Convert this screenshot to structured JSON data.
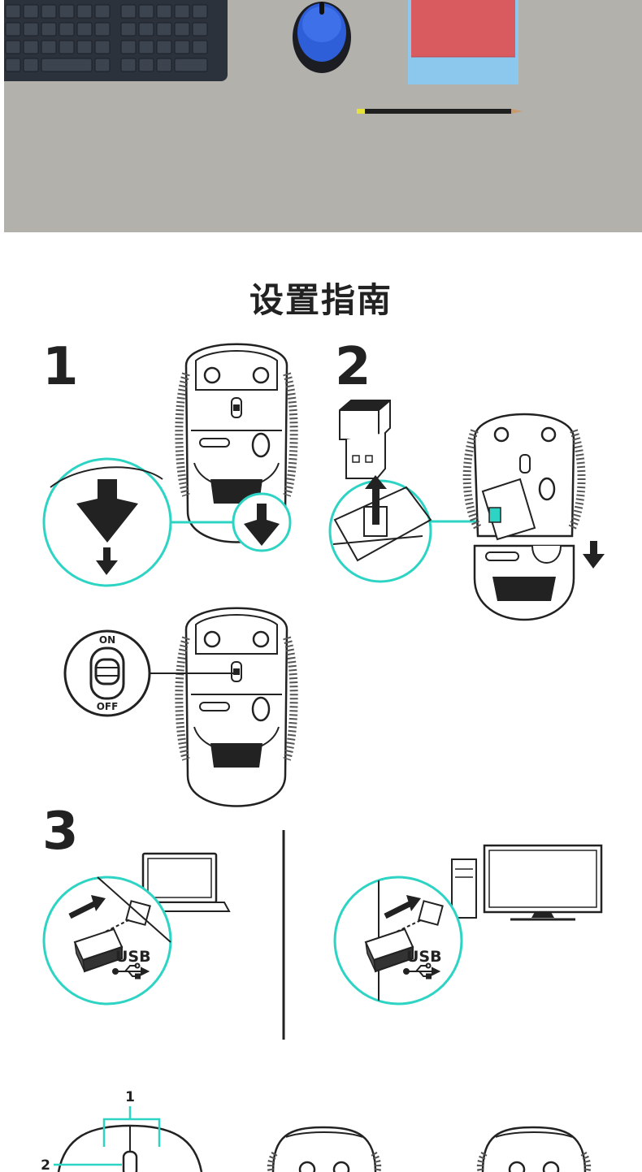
{
  "page": {
    "title": "设置指南"
  },
  "steps": [
    {
      "number": "1"
    },
    {
      "number": "2"
    },
    {
      "number": "3"
    }
  ],
  "switch": {
    "on_label": "ON",
    "off_label": "OFF"
  },
  "usb": {
    "label": "USB"
  },
  "mouse_diagram": {
    "callout_1": "1",
    "callout_2": "2"
  },
  "colors": {
    "accent": "#2dd4c4",
    "photo_background": "#b3b1ab",
    "mouse_blue": "#2f5fd8",
    "notebook_red": "#d95a5f",
    "notebook_blue": "#8cc8ee"
  }
}
